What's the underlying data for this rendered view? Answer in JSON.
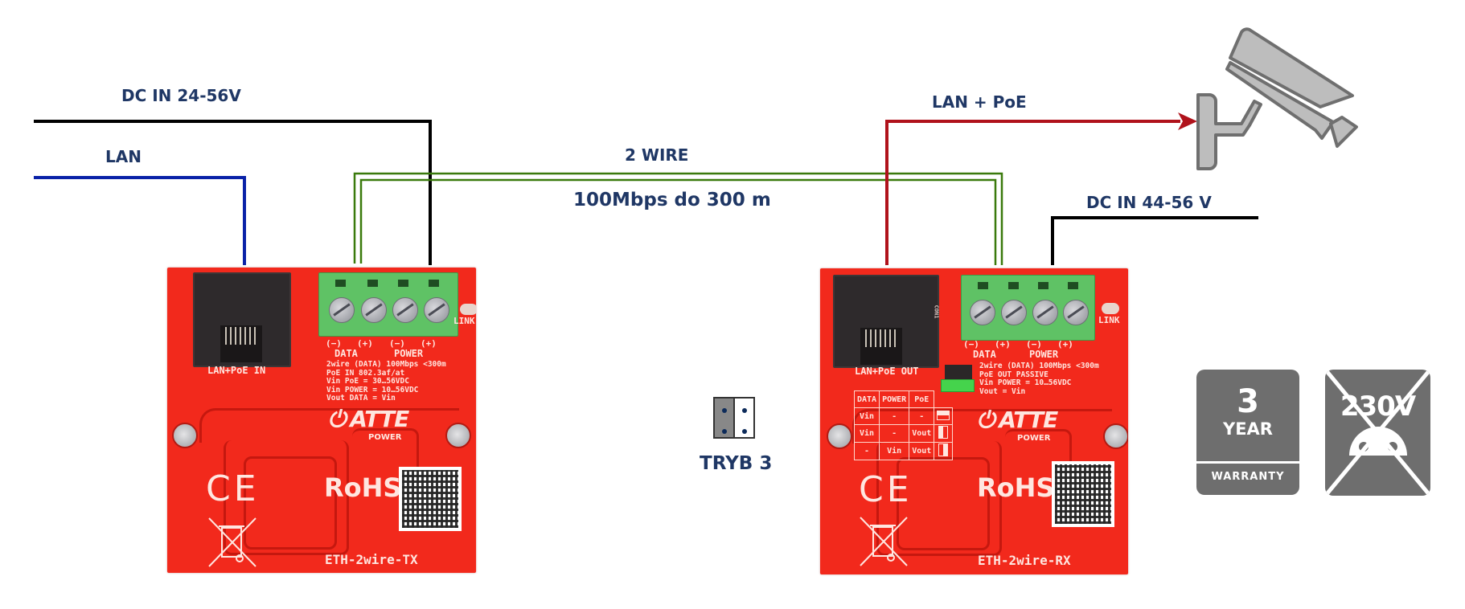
{
  "diagram": {
    "labels": {
      "dc_in_left": "DC IN 24-56V",
      "lan_left": "LAN",
      "two_wire": "2 WIRE",
      "speed_range": "100Mbps do 300 m",
      "lan_poe": "LAN + PoE",
      "dc_in_right": "DC IN 44-56 V",
      "mode": "TRYB 3"
    },
    "wire_colors": {
      "dc": "#000000",
      "lan": "#0a22a8",
      "two_wire": "#3a7a0c",
      "lan_poe": "#b0121b"
    },
    "text_color": "#1f3765"
  },
  "tx_board": {
    "port_label": "LAN+PoE IN",
    "terminal_polarity": [
      "(−)",
      "(+)",
      "(−)",
      "(+)"
    ],
    "terminal_groups": [
      "DATA",
      "POWER"
    ],
    "led_label": "LINK",
    "specs": [
      "2wire (DATA) 100Mbps <300m",
      "PoE IN 802.3af/at",
      "Vin PoE = 30…56VDC",
      "Vin POWER = 10…56VDC",
      "Vout DATA = Vin"
    ],
    "brand": "ATTE",
    "brand_sub": "POWER",
    "ce_mark": "CE",
    "rohs_mark": "RoHS",
    "model": "ETH-2wire-TX"
  },
  "rx_board": {
    "port_label": "LAN+PoE OUT",
    "connector_ref": "CON1",
    "terminal_polarity": [
      "(−)",
      "(+)",
      "(−)",
      "(+)"
    ],
    "terminal_groups": [
      "DATA",
      "POWER"
    ],
    "led_label": "LINK",
    "specs": [
      "2wire (DATA) 100Mbps <300m",
      "PoE OUT PASSIVE",
      "Vin POWER = 10…56VDC",
      "Vout = Vin"
    ],
    "mode_table": {
      "headers": [
        "DATA",
        "POWER",
        "PoE"
      ],
      "rows": [
        [
          "Vin",
          "-",
          "-"
        ],
        [
          "Vin",
          "-",
          "Vout"
        ],
        [
          "-",
          "Vin",
          "Vout"
        ]
      ]
    },
    "brand": "ATTE",
    "brand_sub": "POWER",
    "ce_mark": "CE",
    "rohs_mark": "RoHS",
    "model": "ETH-2wire-RX"
  },
  "badges": {
    "warranty": {
      "number": "3",
      "unit": "YEAR",
      "caption": "WARRANTY"
    },
    "no_230v": {
      "text": "230V",
      "meaning": "no-230v-mains"
    },
    "color": "#6e6e6e"
  },
  "icons": {
    "camera": "cctv-camera-icon",
    "recycle": "crossed-bin-icon"
  }
}
